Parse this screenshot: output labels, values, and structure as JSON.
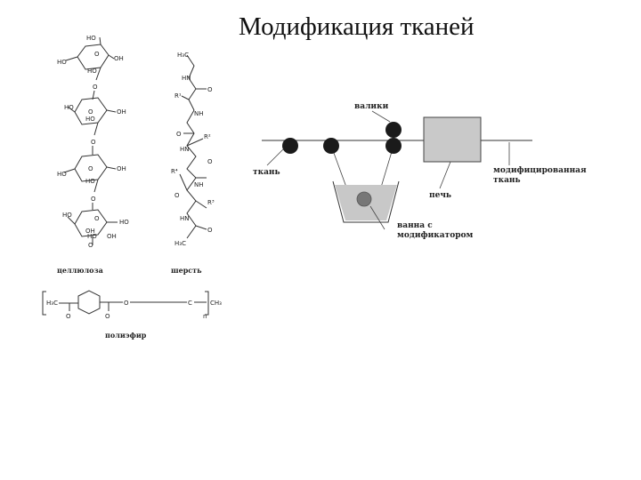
{
  "slide": {
    "title": "Модификация тканей"
  },
  "left_figure": {
    "cellulose": {
      "caption": "целлюлоза",
      "atoms": [
        "HO",
        "O",
        "HO",
        "OH",
        "HO",
        "O",
        "HO",
        "O",
        "OH",
        "HO",
        "O",
        "HO",
        "O",
        "OH",
        "HO",
        "O",
        "HO",
        "O",
        "OH",
        "HO",
        "O",
        "HO",
        "OH"
      ]
    },
    "wool": {
      "caption": "шерсть",
      "atoms": [
        "H₃C",
        "HN",
        "R¹",
        "O",
        "NH",
        "O",
        "R²",
        "HN",
        "O",
        "R³",
        "NH",
        "O",
        "R⁴",
        "HN",
        "O",
        "H₃C"
      ]
    },
    "polyester": {
      "caption": "полиэфир",
      "atoms": [
        "H₃C",
        "O",
        "O",
        "O",
        "C",
        "CH₃",
        "n"
      ]
    }
  },
  "process_diagram": {
    "labels": {
      "rollers": "валики",
      "fabric": "ткань",
      "oven": "печь",
      "modified_fabric": "модифицированная ткань",
      "bath": "ванна с модификатором"
    },
    "colors": {
      "roller": "#1a1a1a",
      "bath": "#c8c8c8",
      "oven": "#c9c9c9",
      "submerged_roller": "#777777"
    }
  }
}
